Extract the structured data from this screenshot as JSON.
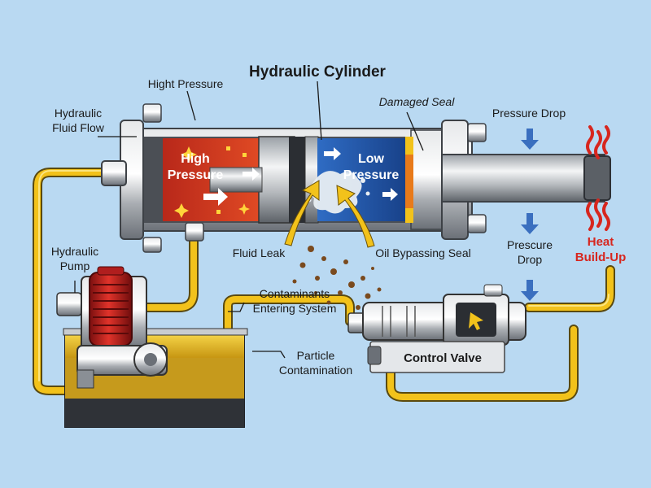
{
  "title": "Hydraulic Cylinder",
  "labels": {
    "hight_pressure": "Hight Pressure",
    "hydraulic_fluid_flow_1": "Hydraulic",
    "hydraulic_fluid_flow_2": "Fluid Flow",
    "damaged_seal": "Damaged Seal",
    "pressure_drop_top": "Pressure Drop",
    "high_pressure_1": "High",
    "high_pressure_2": "Pressure",
    "low_pressure_1": "Low",
    "low_pressure_2": "Pressure",
    "fluid_leak": "Fluid Leak",
    "oil_bypassing_seal": "Oil Bypassing Seal",
    "prescure_drop_1": "Prescure",
    "prescure_drop_2": "Drop",
    "heat_buildup_1": "Heat",
    "heat_buildup_2": "Build-Up",
    "hydraulic_pump_1": "Hydraulic",
    "hydraulic_pump_2": "Pump",
    "contaminants_1": "Contaminants",
    "contaminants_2": "Entering System",
    "particle_1": "Particle",
    "particle_2": "Contamination",
    "control_valve": "Control Valve"
  },
  "colors": {
    "background": "#b9d9f2",
    "high_pressure": "#c9321e",
    "low_pressure": "#1e57a6",
    "fluid": "#f2c21b",
    "heat": "#d7261e",
    "arrow_blue": "#3a6fbf"
  },
  "icons": {
    "pressure_arrow": "arrow-down-icon",
    "heat": "heat-wave-icon",
    "flow": "flow-arrow-icon"
  }
}
